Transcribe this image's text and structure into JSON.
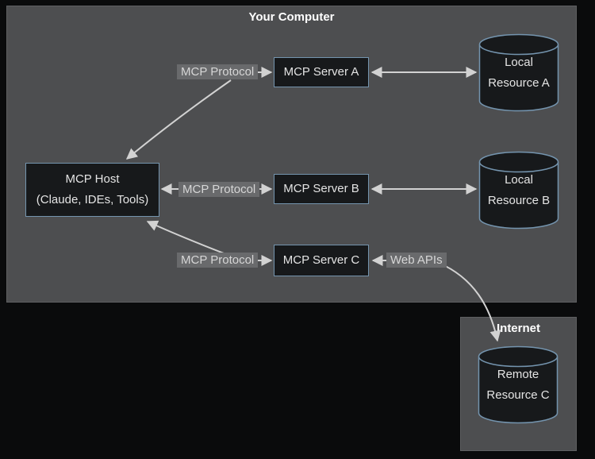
{
  "colors": {
    "page_bg": "#0a0b0c",
    "container_fill": "#4d4e50",
    "container_border": "#5e5f61",
    "node_fill": "#17191b",
    "node_border": "#7494ae",
    "node_text": "#e4e4e4",
    "title_text": "#ffffff",
    "edge_label_bg": "#696a6c",
    "edge_label_text": "#d6d6d6",
    "arrow": "#d2d2d2"
  },
  "containers": {
    "computer": {
      "title": "Your Computer"
    },
    "internet": {
      "title": "Internet"
    }
  },
  "nodes": {
    "host": {
      "line1": "MCP Host",
      "line2": "(Claude, IDEs, Tools)"
    },
    "server_a": {
      "label": "MCP Server A"
    },
    "server_b": {
      "label": "MCP Server B"
    },
    "server_c": {
      "label": "MCP Server C"
    },
    "resource_a": {
      "line1": "Local",
      "line2": "Resource A"
    },
    "resource_b": {
      "line1": "Local",
      "line2": "Resource B"
    },
    "resource_c": {
      "line1": "Remote",
      "line2": "Resource C"
    }
  },
  "edge_labels": {
    "protocol_a": "MCP Protocol",
    "protocol_b": "MCP Protocol",
    "protocol_c": "MCP Protocol",
    "web_apis": "Web APIs"
  }
}
